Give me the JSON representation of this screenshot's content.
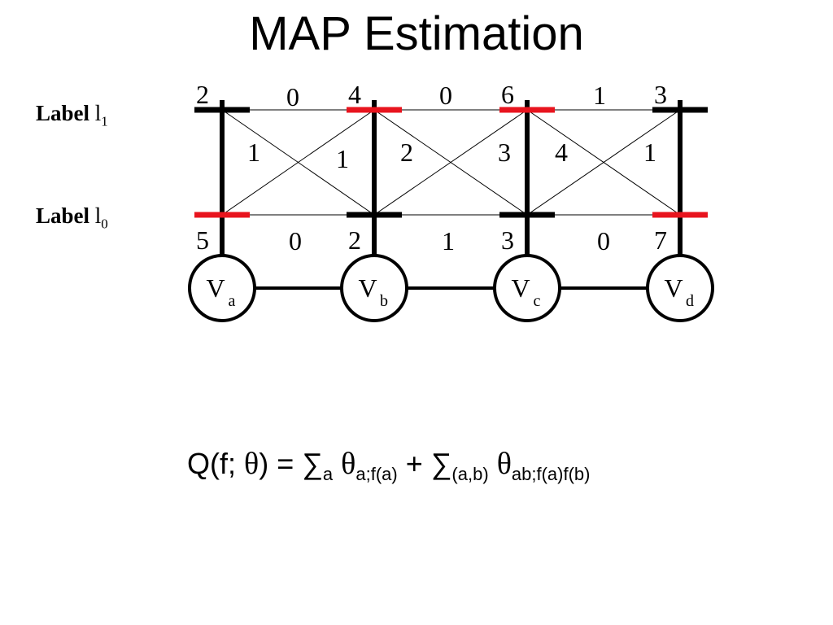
{
  "slide": {
    "title": "MAP Estimation",
    "label_l1": {
      "bold": "Label",
      "text": "l",
      "sub": "1"
    },
    "label_l0": {
      "bold": "Label",
      "text": "l",
      "sub": "0"
    },
    "formula": {
      "q": "Q(f; ",
      "theta1": "θ",
      "eq": ") = ∑",
      "sub_a": "a",
      "theta2": "θ",
      "sub_unary": "a;f(a)",
      "plus": " + ∑",
      "sub_ab": "(a,b)",
      "theta3": "θ",
      "sub_pair": "ab;f(a)f(b)"
    }
  },
  "diagram": {
    "variables": [
      {
        "name": "V",
        "sub": "a",
        "unary_l1": "2",
        "unary_l0": "5"
      },
      {
        "name": "V",
        "sub": "b",
        "unary_l1": "4",
        "unary_l0": "2"
      },
      {
        "name": "V",
        "sub": "c",
        "unary_l1": "6",
        "unary_l0": "3"
      },
      {
        "name": "V",
        "sub": "d",
        "unary_l1": "3",
        "unary_l0": "7"
      }
    ],
    "pairwise": [
      {
        "l1l1": "0",
        "l1l0": "1",
        "l0l1": "1",
        "l0l0": "0"
      },
      {
        "l1l1": "0",
        "l1l0": "2",
        "l0l1": "3",
        "l0l0": "1"
      },
      {
        "l1l1": "1",
        "l1l0": "4",
        "l0l1": "1",
        "l0l0": "0"
      }
    ],
    "map_labeling": [
      "l0",
      "l1",
      "l1",
      "l0"
    ],
    "colors": {
      "map": "#e8141e",
      "default": "#000000"
    }
  }
}
